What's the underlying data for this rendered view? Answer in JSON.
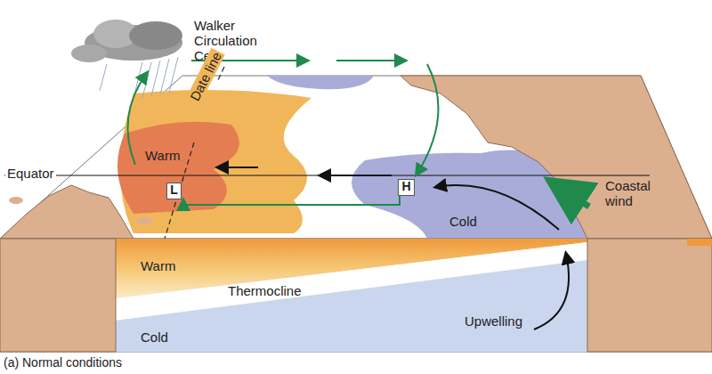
{
  "diagram": {
    "caption": "(a) Normal conditions",
    "nodes": [
      {
        "text": [
          "L"
        ]
      },
      {
        "text": [
          "H"
        ]
      }
    ],
    "edges": [
      {
        "from": 1,
        "to": 0,
        "arrow": "to"
      }
    ],
    "labels": [
      "Walker Circulation Cell",
      "Date line",
      "Warm",
      "Equator",
      "Coastal wind",
      "Cold",
      "Warm",
      "Thermocline",
      "Upwelling",
      "Cold"
    ]
  }
}
